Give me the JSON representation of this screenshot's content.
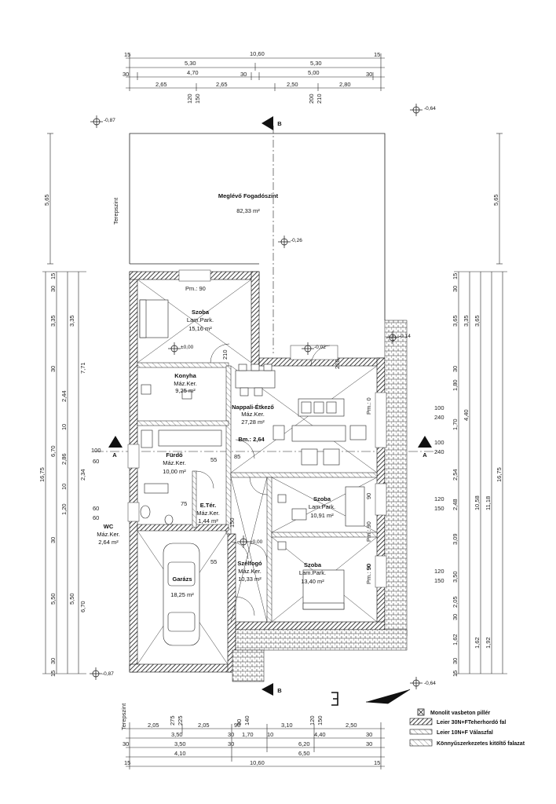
{
  "dims": {
    "top_total": "10,60",
    "top_edge": "15",
    "top_r1": [
      "5,30",
      "5,30"
    ],
    "top_r2": [
      "30",
      "4,70",
      "30",
      "5,00",
      "30"
    ],
    "top_r3": [
      "2,65",
      "2,65",
      "2,50",
      "2,80"
    ],
    "top_openings": [
      "120",
      "150",
      "200",
      "210"
    ],
    "bottom_total": "10,60",
    "bottom_edge": "15",
    "bottom_r1": [
      "4,10",
      "6,50"
    ],
    "bottom_r2": [
      "30",
      "3,50",
      "30",
      "6,20",
      "30"
    ],
    "bottom_r3": [
      "3,50",
      "30",
      "1,70",
      "10",
      "4,40",
      "30"
    ],
    "bottom_r4": [
      "2,05",
      "2,05",
      "90",
      "3,10",
      "2,50"
    ],
    "bottom_openings": [
      "275",
      "225",
      "90",
      "140",
      "120",
      "150"
    ],
    "left_outer": [
      "5,65",
      "16,75"
    ],
    "left_inner": [
      "15",
      "30",
      "3,35",
      "30",
      "2,44",
      "10",
      "2,86",
      "10",
      "1,20",
      "30",
      "5,50",
      "30",
      "15"
    ],
    "left_sub": [
      "3,35",
      "7,71",
      "6,70",
      "2,34",
      "5,50",
      "6,70"
    ],
    "left_openings": [
      "100",
      "60",
      "60",
      "60"
    ],
    "right_outer": [
      "5,65",
      "16,75"
    ],
    "right_inner": [
      "15",
      "30",
      "3,65",
      "30",
      "1,80",
      "1,70",
      "2,54",
      "2,48",
      "3,09",
      "3,50",
      "2,05",
      "30",
      "1,62",
      "30",
      "15"
    ],
    "right_sub": [
      "3,35",
      "3,65",
      "4,40",
      "10,58",
      "11,18",
      "1,92",
      "1,62"
    ],
    "right_openings": [
      "100",
      "240",
      "100",
      "240",
      "120",
      "150",
      "120",
      "150"
    ]
  },
  "levels": [
    "-0,87",
    "-0,64",
    "-0,26",
    "±0,00",
    "-0,02",
    "-0,14",
    "±0,00",
    "-0,87",
    "-0,64"
  ],
  "section_labels": {
    "a": "A",
    "b": "B"
  },
  "terrain_label": "Terepszint",
  "rooms": {
    "fogado": {
      "name": "Meglévő Fogadószint",
      "area": "82,33 m²"
    },
    "szoba1": {
      "name": "Szoba",
      "floor": "Lam.Park.",
      "area": "15,16 m²"
    },
    "konyha": {
      "name": "Konyha",
      "floor": "Máz.Ker.",
      "area": "9,25 m²"
    },
    "nappali": {
      "name": "Nappali-Étkező",
      "floor": "Máz.Ker.",
      "area": "27,28 m²"
    },
    "furdo": {
      "name": "Fürdő",
      "floor": "Máz.Ker.",
      "area": "10,00 m²"
    },
    "eter": {
      "name": "E.Tér.",
      "floor": "Máz.Ker.",
      "area": "1,44 m²"
    },
    "szoba2": {
      "name": "Szoba",
      "floor": "Lam.Park.",
      "area": "10,91 m²"
    },
    "wc": {
      "name": "WC",
      "floor": "Máz.Ker.",
      "area": "2,64 m²"
    },
    "garazs": {
      "name": "Garázs",
      "area": "18,25 m²"
    },
    "szelfogo": {
      "name": "Szélfogó",
      "floor": "Máz.Ker.",
      "area": "10,33 m²"
    },
    "szoba3": {
      "name": "Szoba",
      "floor": "Lam.Park.",
      "area": "13,40 m²"
    }
  },
  "misc": {
    "pm90": "Pm.: 90",
    "bm": "Bm.: 2,64",
    "d210a": "210",
    "d210b": "210",
    "d90a": "90",
    "d90b": "90",
    "d55a": "55",
    "d55b": "55",
    "d85": "85",
    "d75": "75",
    "pm0": "Pm.: 0",
    "pm90b": "Pm.: 90",
    "pm90c": "Pm.: 90",
    "d150": "150"
  },
  "legend": [
    "Monolit vasbeton pillér",
    "Leier 30N+FTeherhordó fal",
    "Leier 10N+F Válaszfal",
    "Könnyűszerkezetes kitöltő falazat"
  ]
}
